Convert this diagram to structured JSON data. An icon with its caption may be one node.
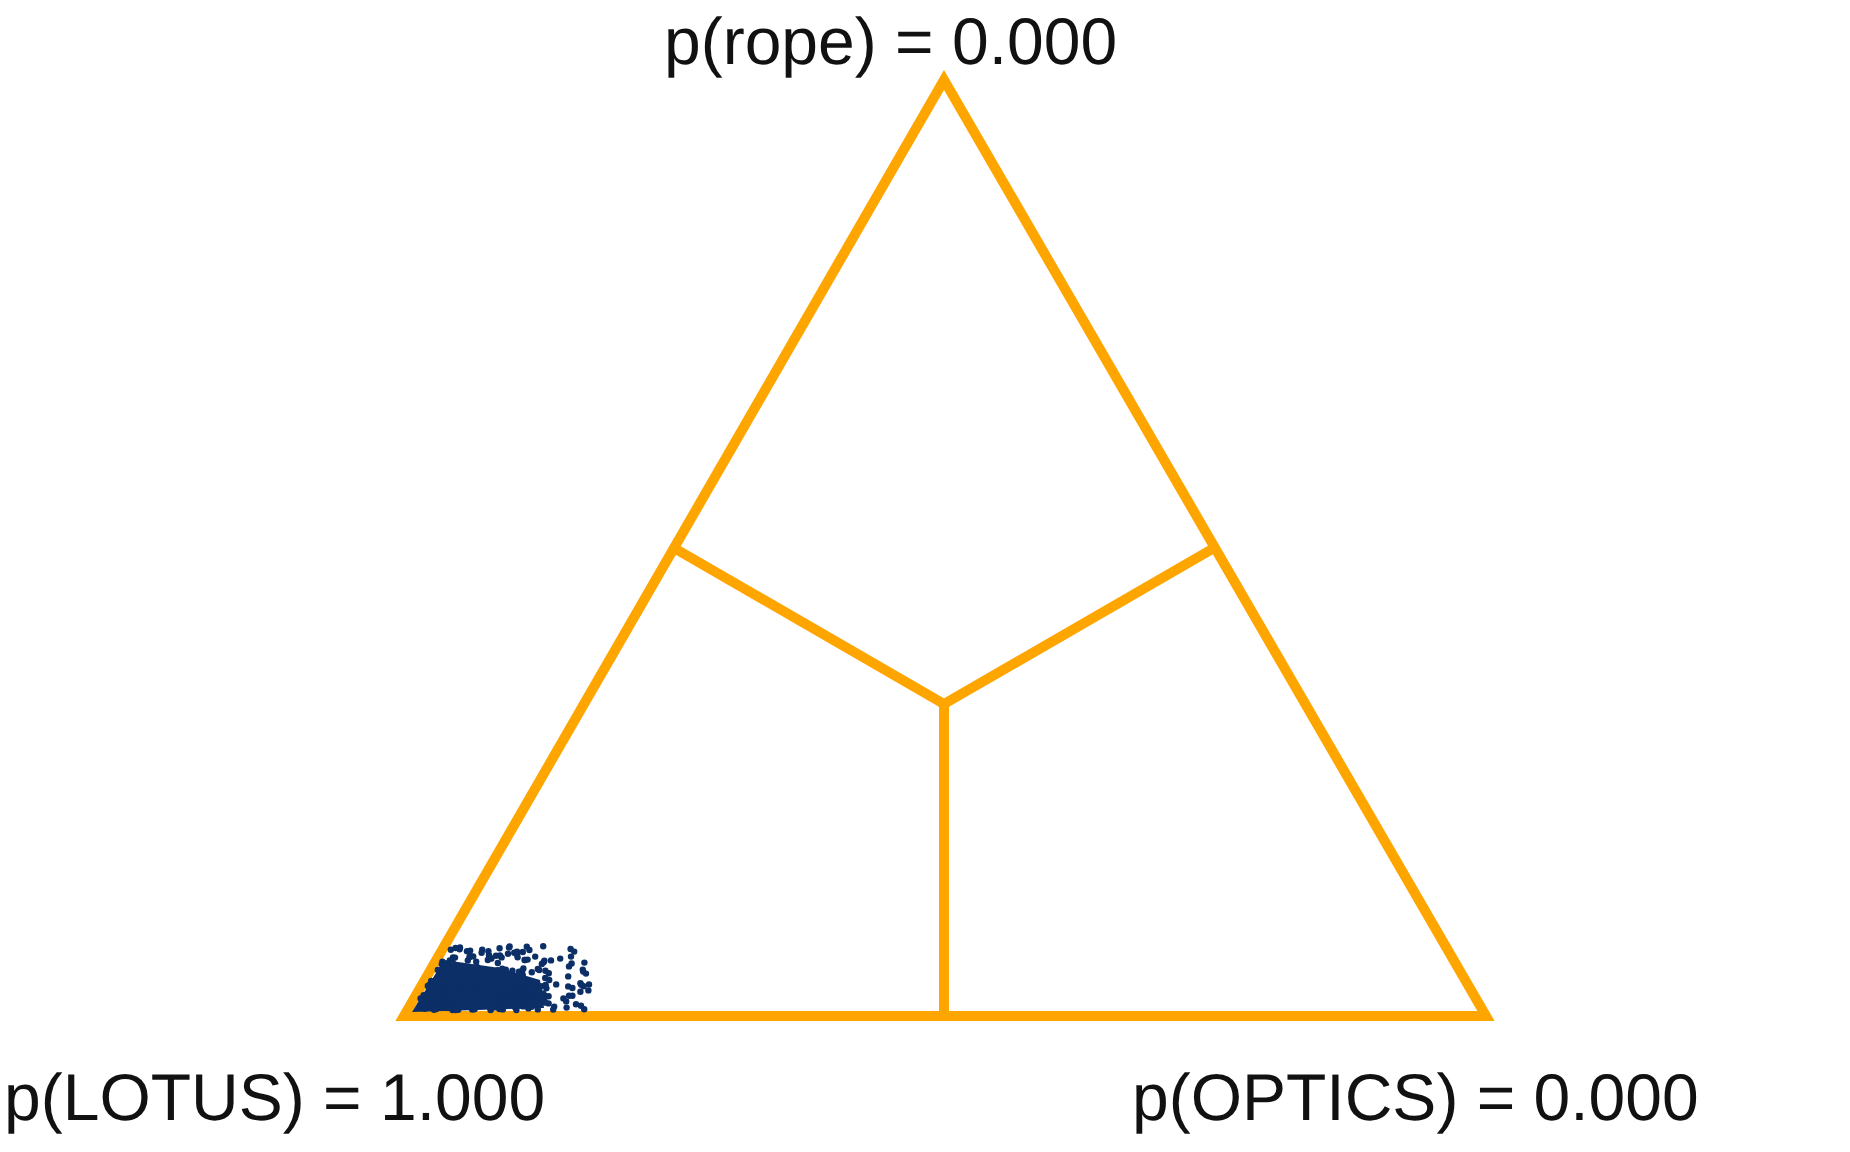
{
  "diagram": {
    "labels": [
      "p(rope) = 0.000",
      "p(LOTUS) = 1.000",
      "p(OPTICS) = 0.000"
    ]
  }
}
